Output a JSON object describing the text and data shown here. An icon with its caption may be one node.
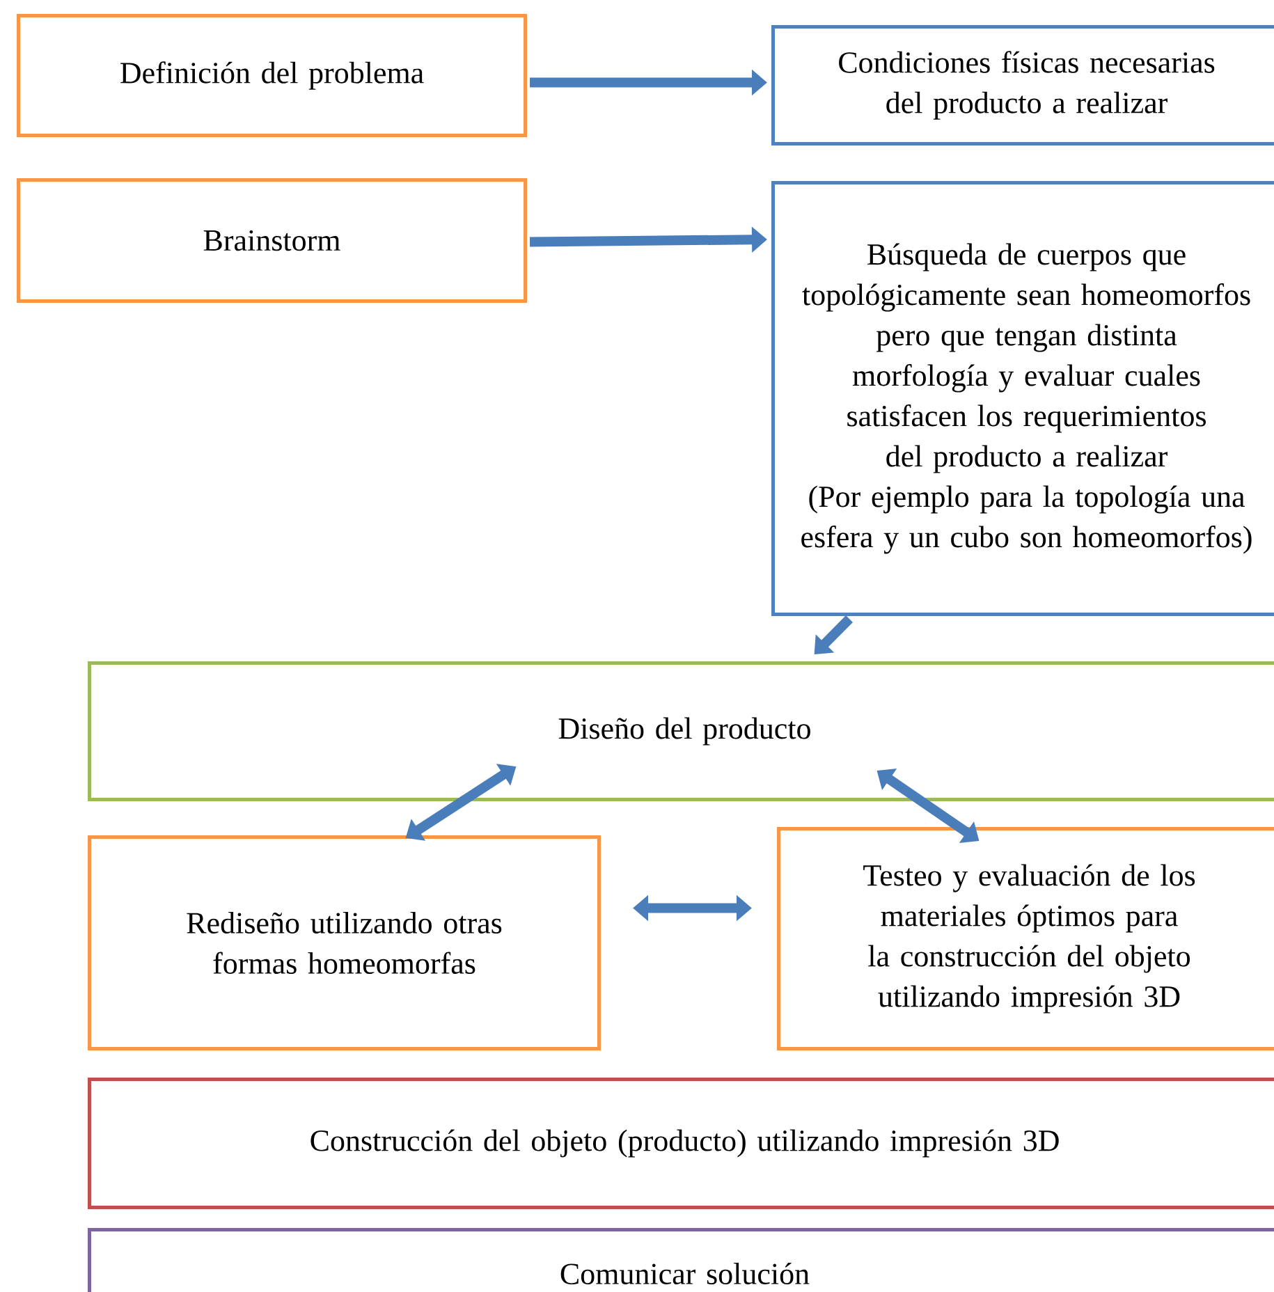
{
  "diagram": {
    "nodes": [
      {
        "text": [
          "Definición del problema"
        ]
      },
      {
        "text": [
          "Condiciones físicas necesarias del producto a realizar"
        ]
      },
      {
        "text": [
          "Brainstorm"
        ]
      },
      {
        "text": [
          "Búsqueda de cuerpos que topológicamente sean homeomorfos pero que tengan distinta morfología y evaluar cuales satisfacen los requerimientos del producto a realizar",
          "(Por ejemplo para la topología una esfera y un cubo son homeomorfos)"
        ]
      },
      {
        "text": [
          "Diseño del producto"
        ]
      },
      {
        "text": [
          "Rediseño utilizando otras formas homeomorfas"
        ]
      },
      {
        "text": [
          "Testeo y evaluación de los materiales óptimos para la construcción del objeto utilizando impresión 3D"
        ]
      },
      {
        "text": [
          "Construcción del objeto (producto) utilizando impresión 3D"
        ]
      },
      {
        "text": [
          "Comunicar solución"
        ]
      }
    ],
    "edges": [
      {
        "from": 0,
        "to": 1,
        "arrow": "to"
      },
      {
        "from": 2,
        "to": 3,
        "arrow": "to"
      },
      {
        "from": 3,
        "to": 4,
        "arrow": "to"
      },
      {
        "from": 4,
        "to": 5,
        "arrow": "both"
      },
      {
        "from": 4,
        "to": 6,
        "arrow": "both"
      },
      {
        "from": 5,
        "to": 6,
        "arrow": "both"
      }
    ]
  }
}
